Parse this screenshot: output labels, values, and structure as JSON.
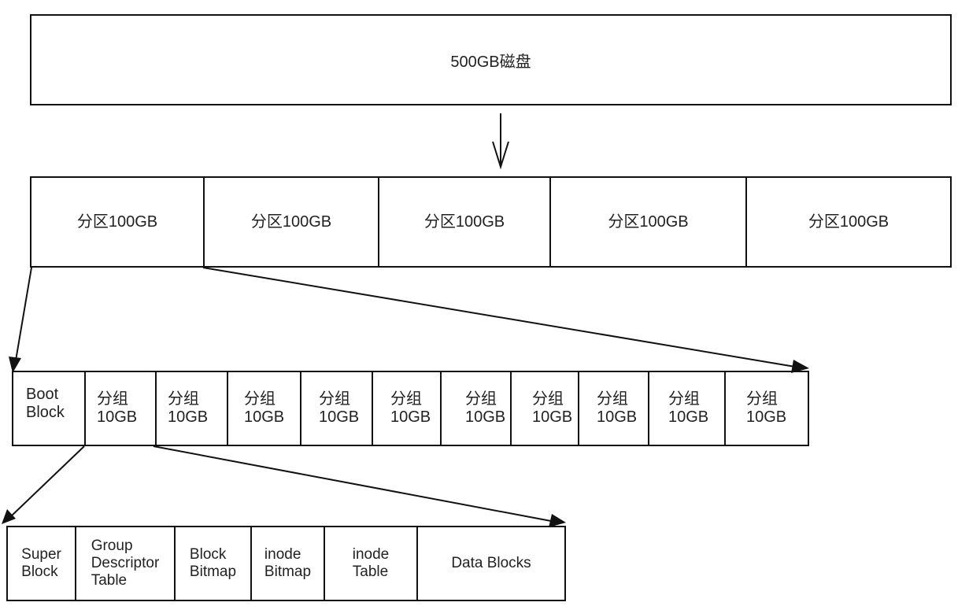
{
  "disk": {
    "label": "500GB磁盘"
  },
  "partitions": [
    {
      "label": "分区100GB"
    },
    {
      "label": "分区100GB"
    },
    {
      "label": "分区100GB"
    },
    {
      "label": "分区100GB"
    },
    {
      "label": "分区100GB"
    }
  ],
  "block_groups": [
    {
      "label": "Boot\nBlock"
    },
    {
      "label": "分组\n10GB"
    },
    {
      "label": "分组\n10GB"
    },
    {
      "label": "分组\n10GB"
    },
    {
      "label": "分组\n10GB"
    },
    {
      "label": "分组\n10GB"
    },
    {
      "label": "分组\n10GB"
    },
    {
      "label": "分组\n10GB"
    },
    {
      "label": "分组\n10GB"
    },
    {
      "label": "分组\n10GB"
    },
    {
      "label": "分组\n10GB"
    }
  ],
  "group_detail": [
    {
      "label": "Super\nBlock"
    },
    {
      "label": "Group\nDescriptor\nTable"
    },
    {
      "label": "Block\nBitmap"
    },
    {
      "label": "inode\nBitmap"
    },
    {
      "label": "inode\nTable"
    },
    {
      "label": "Data Blocks"
    }
  ]
}
